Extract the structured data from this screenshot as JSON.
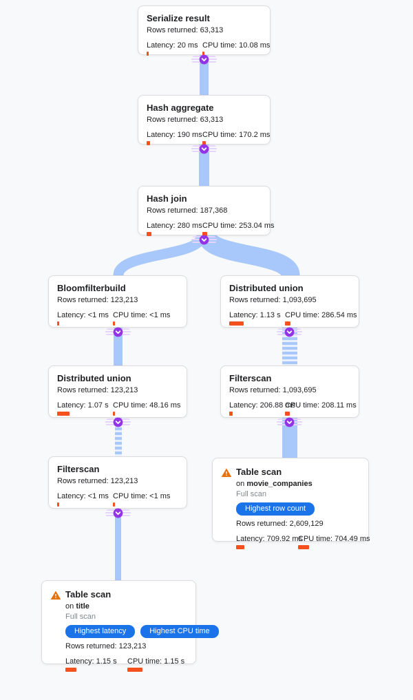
{
  "colors": {
    "edge_blue": "#a8c7fa",
    "chevron_purple": "#9334e6",
    "metric_bar_orange": "#f4511e",
    "badge_blue": "#1a73e8",
    "warning_orange": "#e8710a",
    "background": "#f8f9fa"
  },
  "nodes": [
    {
      "title": "Serialize result",
      "rows": "Rows returned: 63,313",
      "latency": "Latency: 20 ms",
      "cpu": "CPU time: 10.08 ms",
      "latency_bar": 3,
      "cpu_bar": 3
    },
    {
      "title": "Hash aggregate",
      "rows": "Rows returned: 63,313",
      "latency": "Latency: 190 ms",
      "cpu": "CPU time: 170.2 ms",
      "latency_bar": 5,
      "cpu_bar": 5
    },
    {
      "title": "Hash join",
      "rows": "Rows returned: 187,368",
      "latency": "Latency: 280 ms",
      "cpu": "CPU time: 253.04 ms",
      "latency_bar": 7,
      "cpu_bar": 7
    },
    {
      "title": "Bloomfilterbuild",
      "rows": "Rows returned: 123,213",
      "latency": "Latency: <1 ms",
      "cpu": "CPU time: <1 ms",
      "latency_bar": 3,
      "cpu_bar": 3
    },
    {
      "title": "Distributed union",
      "rows": "Rows returned: 1,093,695",
      "latency": "Latency: 1.13 s",
      "cpu": "CPU time: 286.54 ms",
      "latency_bar": 21,
      "cpu_bar": 8
    },
    {
      "title": "Distributed union",
      "rows": "Rows returned: 123,213",
      "latency": "Latency: 1.07 s",
      "cpu": "CPU time: 48.16 ms",
      "latency_bar": 18,
      "cpu_bar": 3
    },
    {
      "title": "Filterscan",
      "rows": "Rows returned: 1,093,695",
      "latency": "Latency: 206.88 ms",
      "cpu": "CPU time: 208.11 ms",
      "latency_bar": 5,
      "cpu_bar": 7
    },
    {
      "title": "Filterscan",
      "rows": "Rows returned: 123,213",
      "latency": "Latency: <1 ms",
      "cpu": "CPU time: <1 ms",
      "latency_bar": 3,
      "cpu_bar": 3
    },
    {
      "title": "Table scan",
      "on_prefix": "on",
      "table_name": "movie_companies",
      "scan_type": "Full scan",
      "badges": [
        "Highest row count"
      ],
      "rows": "Rows returned: 2,609,129",
      "latency": "Latency: 709.92 ms",
      "cpu": "CPU time: 704.49 ms",
      "latency_bar": 12,
      "cpu_bar": 16
    },
    {
      "title": "Table scan",
      "on_prefix": "on",
      "table_name": "title",
      "scan_type": "Full scan",
      "badges": [
        "Highest latency",
        "Highest CPU time"
      ],
      "rows": "Rows returned: 123,213",
      "latency": "Latency: 1.15 s",
      "cpu": "CPU time: 1.15 s",
      "latency_bar": 16,
      "cpu_bar": 22
    }
  ]
}
